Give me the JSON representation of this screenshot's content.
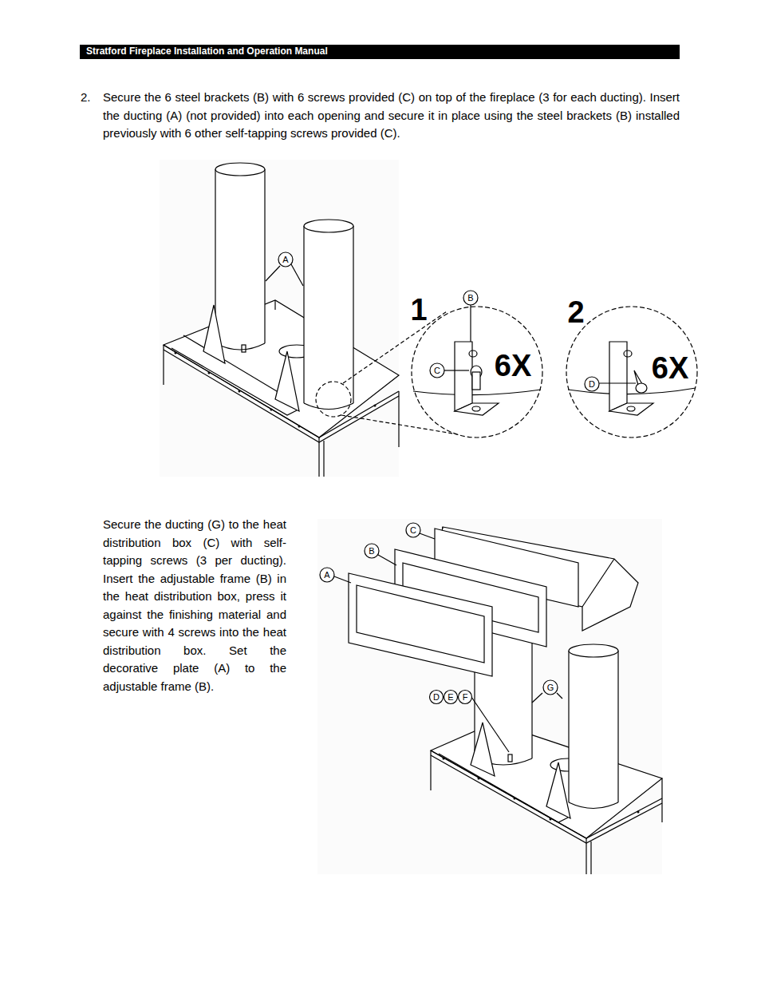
{
  "diagram": {
    "title": "Stratford Fireplace Installation and Operation Manual",
    "labels": [
      "2.",
      "Secure the 6 steel brackets (B) with 6 screws provided (C) on top of the fireplace (3 for each ducting). Insert the ducting (A) (not provided) into each opening and secure it in place using the steel brackets (B) installed previously with 6 other self-tapping screws provided (C).",
      "A",
      "1",
      "B",
      "C",
      "6X",
      "2",
      "D",
      "6X",
      "Secure the ducting (G) to the heat distribution box (C) with self-tapping screws (3 per ducting). Insert the adjustable frame (B) in the heat distribution box, press it against the finishing material and secure with 4 screws into the heat distribution box. Set the decorative plate (A) to the adjustable frame (B).",
      "C",
      "B",
      "A",
      "D",
      "E",
      "F",
      "G"
    ]
  }
}
